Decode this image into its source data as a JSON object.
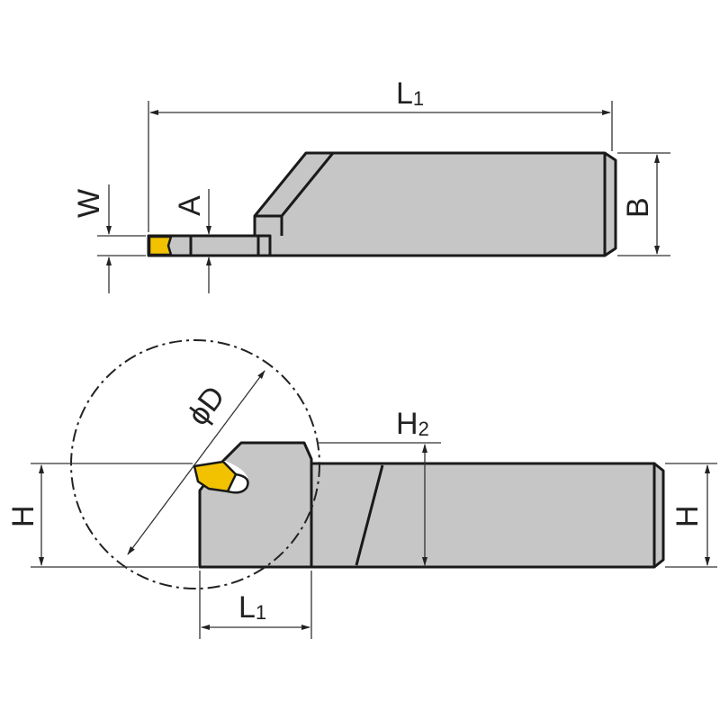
{
  "title": "Grooving tool holder dimension drawing",
  "colors": {
    "body": "#c6c6c6",
    "insert": "#f2c200",
    "line": "#1a1a1a"
  },
  "top_view": {
    "L1": {
      "main": "L",
      "sub": "1"
    },
    "B": "B",
    "W": "W",
    "A": "A"
  },
  "side_view": {
    "phiD": "ϕD",
    "H2": {
      "main": "H",
      "sub": "2"
    },
    "H_left": "H",
    "H_right": "H",
    "L1": {
      "main": "L",
      "sub": "1"
    }
  }
}
